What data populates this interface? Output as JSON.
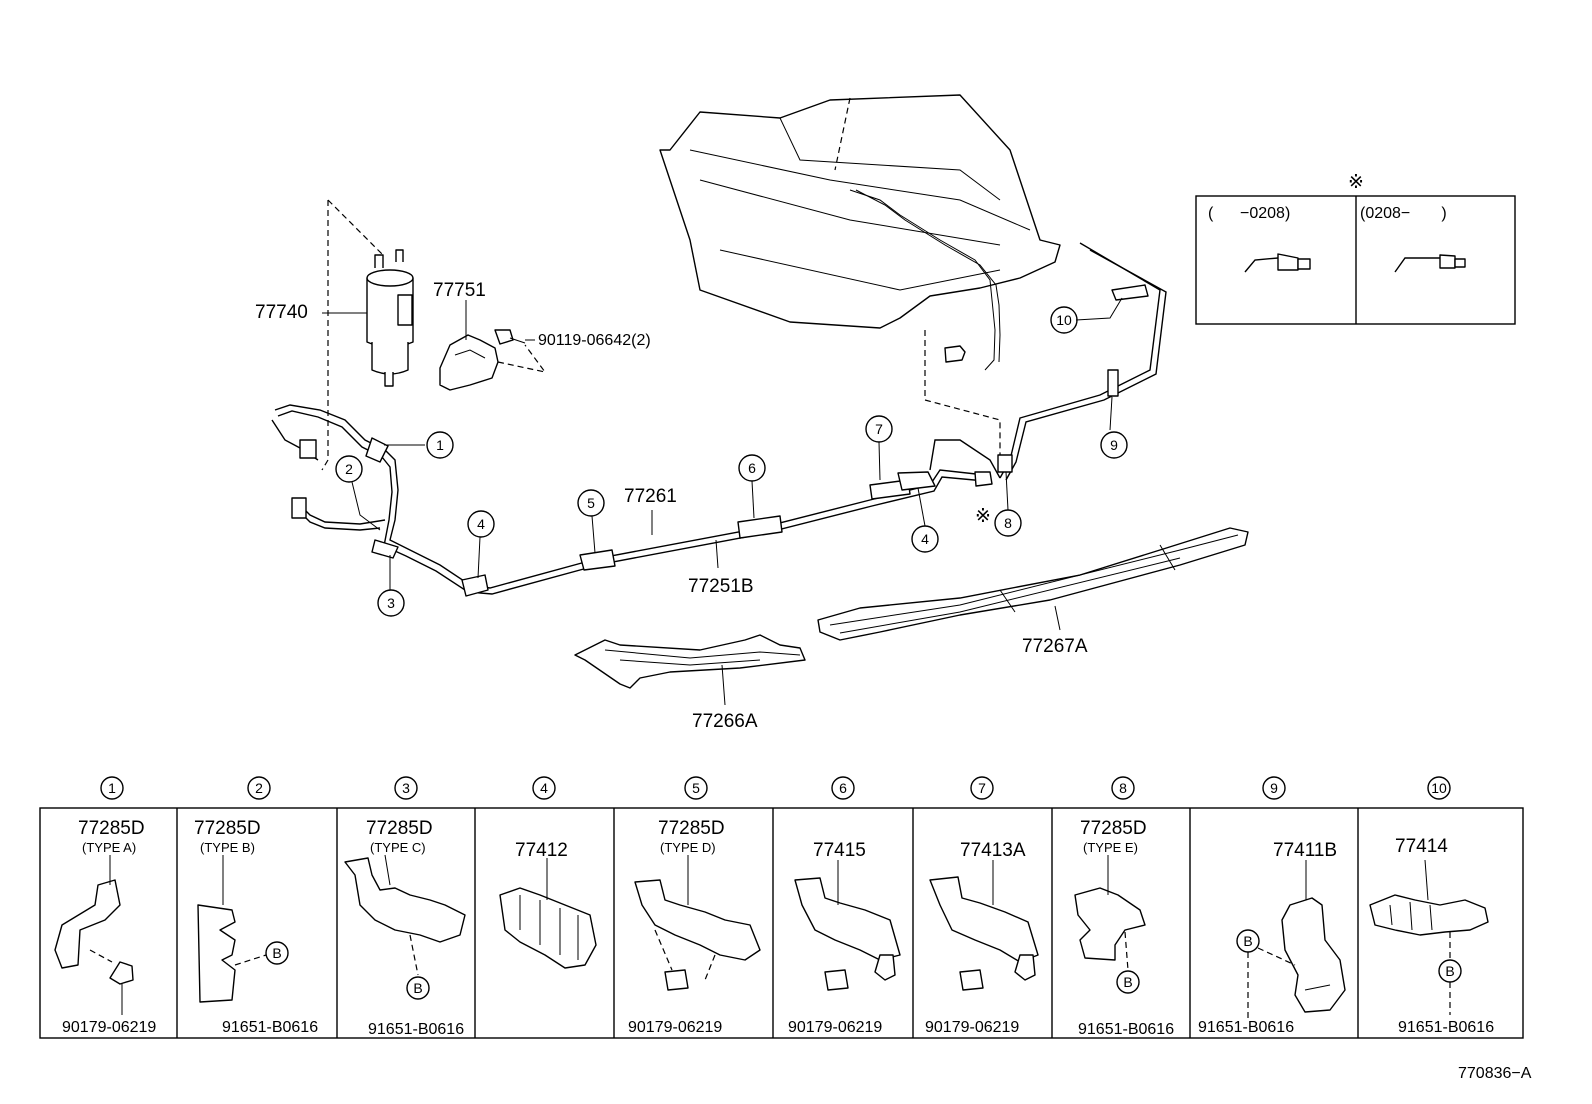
{
  "main_parts": {
    "filter": "77740",
    "bracket": "77751",
    "bolt": "90119-06642(2)",
    "tube_a": "77261",
    "tube_b": "77251B",
    "protector_a": "77266A",
    "protector_b": "77267A"
  },
  "callouts": [
    "1",
    "2",
    "3",
    "4",
    "5",
    "6",
    "7",
    "4",
    "8",
    "9",
    "10"
  ],
  "note_mark": "※",
  "inset": {
    "mark": "※",
    "left_label": "(      −0208)",
    "right_label": "(0208−       )"
  },
  "detail_panels": [
    {
      "num": "1",
      "part": "77285D",
      "type": "(TYPE A)",
      "fastener": "90179-06219",
      "b_mark": ""
    },
    {
      "num": "2",
      "part": "77285D",
      "type": "(TYPE B)",
      "fastener": "91651-B0616",
      "b_mark": "B"
    },
    {
      "num": "3",
      "part": "77285D",
      "type": "(TYPE C)",
      "fastener": "91651-B0616",
      "b_mark": "B"
    },
    {
      "num": "4",
      "part": "77412",
      "type": "",
      "fastener": "",
      "b_mark": ""
    },
    {
      "num": "5",
      "part": "77285D",
      "type": "(TYPE D)",
      "fastener": "90179-06219",
      "b_mark": ""
    },
    {
      "num": "6",
      "part": "77415",
      "type": "",
      "fastener": "90179-06219",
      "b_mark": ""
    },
    {
      "num": "7",
      "part": "77413A",
      "type": "",
      "fastener": "90179-06219",
      "b_mark": ""
    },
    {
      "num": "8",
      "part": "77285D",
      "type": "(TYPE E)",
      "fastener": "91651-B0616",
      "b_mark": "B"
    },
    {
      "num": "9",
      "part": "77411B",
      "type": "",
      "fastener": "91651-B0616",
      "b_mark": "B"
    },
    {
      "num": "10",
      "part": "77414",
      "type": "",
      "fastener": "91651-B0616",
      "b_mark": "B"
    }
  ],
  "diagram_code": "770836−A"
}
